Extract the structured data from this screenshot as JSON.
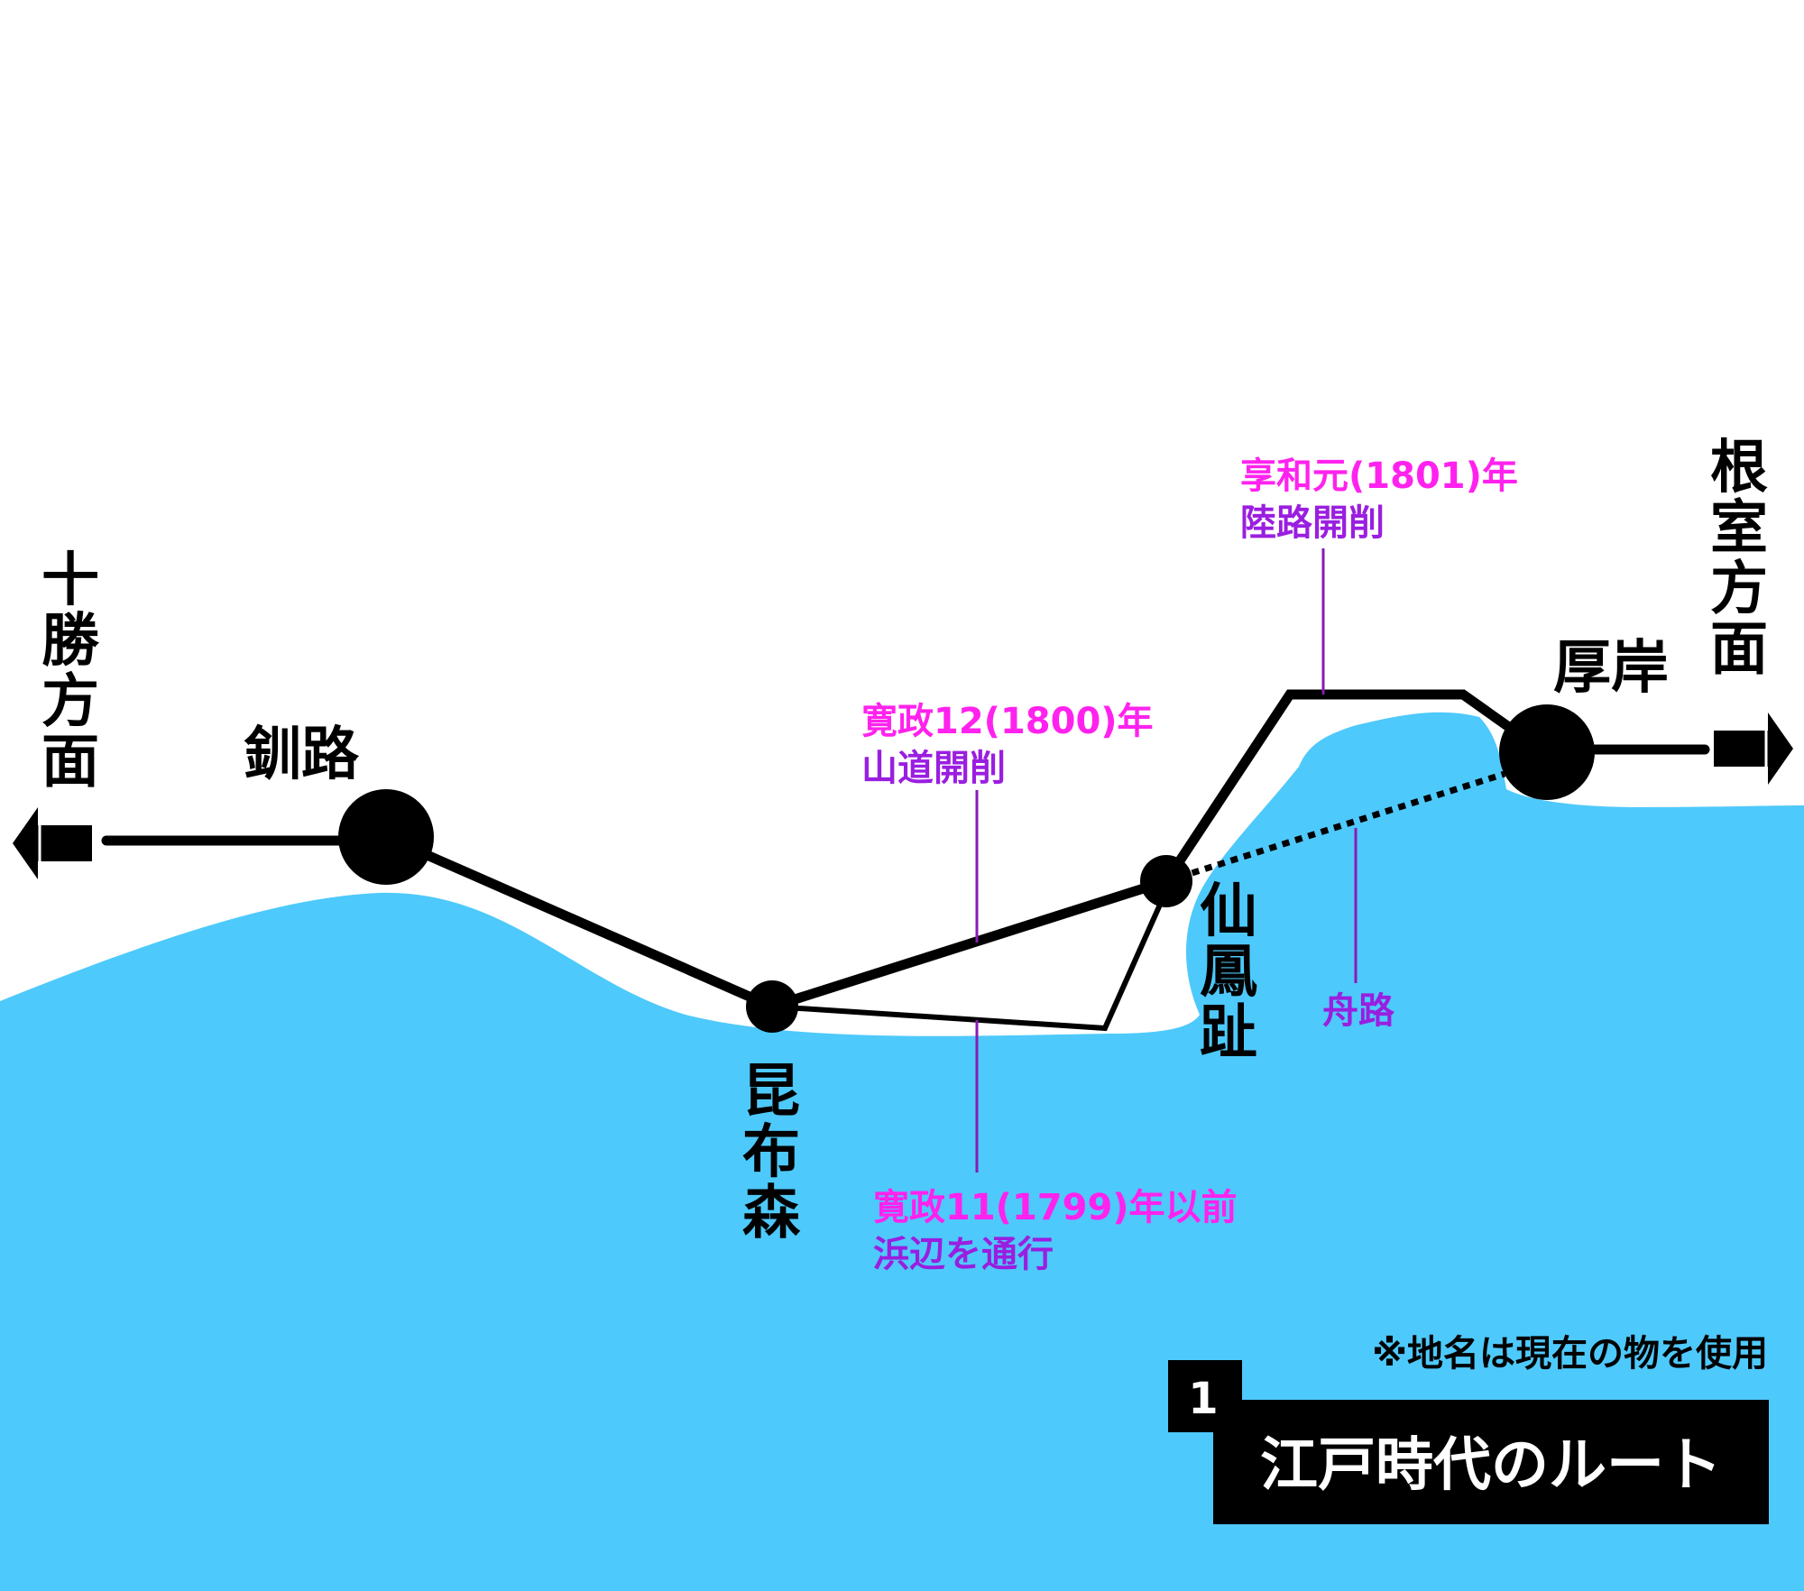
{
  "colors": {
    "sea": "#4ec9fb",
    "route": "#000000",
    "leader": "#8a1ab4",
    "year_text": "#ff22ee",
    "desc_text": "#9a1ee0",
    "background": "#ffffff"
  },
  "places": {
    "tokachi": "十勝方面",
    "nemuro": "根室方面",
    "kushiro": "釧路",
    "konbumori": "昆布森",
    "senposhi": "仙鳳趾",
    "akkeshi": "厚岸"
  },
  "annotations": {
    "a1799": {
      "year": "寛政11(1799)年以前",
      "desc": "浜辺を通行"
    },
    "a1800": {
      "year": "寛政12(1800)年",
      "desc": "山道開削"
    },
    "a1801": {
      "year": "享和元(1801)年",
      "desc": "陸路開削"
    },
    "boat": {
      "desc": "舟路"
    }
  },
  "note": "※地名は現在の物を使用",
  "panel": {
    "number": "1",
    "title": "江戸時代のルート"
  },
  "icons": [
    "arrow-left-icon",
    "arrow-right-icon"
  ]
}
